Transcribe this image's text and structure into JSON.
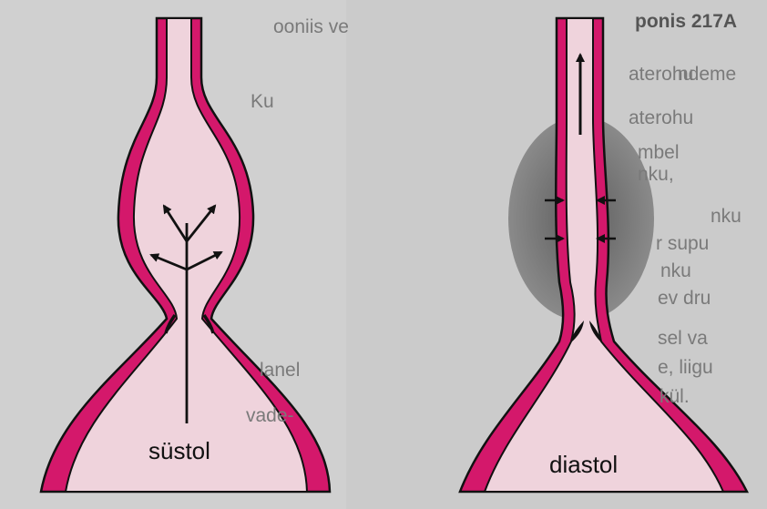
{
  "colors": {
    "page": "#d3d3d3",
    "wall": "#d4186b",
    "lumen": "#efd3dc",
    "outline": "#111111",
    "halo": "#6b6b6b"
  },
  "panels": {
    "systole": {
      "label": "süstol"
    },
    "diastole": {
      "label": "diastol"
    }
  },
  "background_text": {
    "right_column": [
      "ponis 217A",
      "aterohu",
      "ndeme",
      "aterohu",
      "mbel",
      "nku,",
      "nku",
      "r supu",
      "nku",
      "ev dru",
      "sel va",
      "e, liigu",
      "kül."
    ],
    "left_column": [
      "ooniis ve",
      "Ku",
      "lanel",
      "vade-"
    ]
  }
}
